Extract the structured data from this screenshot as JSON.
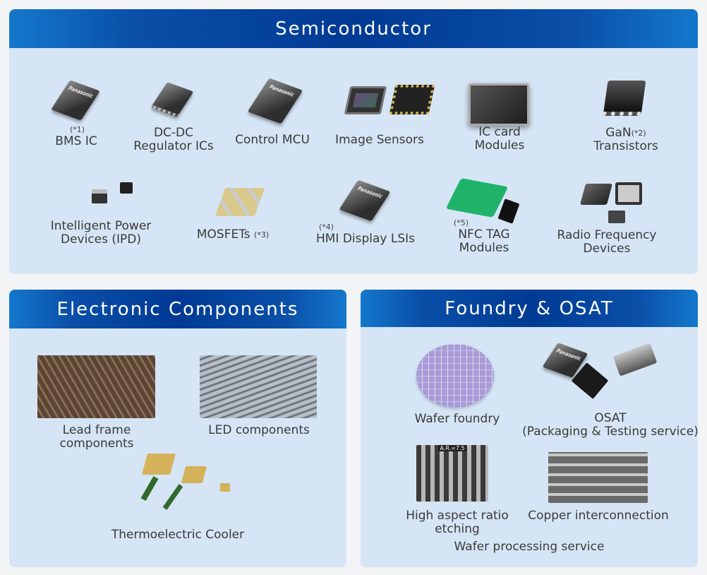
{
  "semiconductor": {
    "title": "Semiconductor",
    "items": [
      {
        "label": "BMS IC",
        "note": "(*1)"
      },
      {
        "line1": "DC-DC",
        "line2": "Regulator ICs"
      },
      {
        "label": "Control MCU"
      },
      {
        "label": "Image Sensors"
      },
      {
        "line1": "IC card",
        "line2": "Modules"
      },
      {
        "line1": "GaN",
        "note": "(*2)",
        "line2": "Transistors"
      },
      {
        "line1": "Intelligent Power",
        "line2": "Devices (IPD)"
      },
      {
        "label": "MOSFETs",
        "note": "(*3)"
      },
      {
        "label": "HMI Display LSIs",
        "note": "(*4)"
      },
      {
        "line1": "NFC TAG",
        "line2": "Modules",
        "note": "(*5)"
      },
      {
        "line1": "Radio Frequency",
        "line2": "Devices"
      }
    ],
    "chip_brand": "Panasonic"
  },
  "electronic": {
    "title": "Electronic Components",
    "items": [
      {
        "line1": "Lead frame",
        "line2": "components"
      },
      {
        "label": "LED components"
      },
      {
        "label": "Thermoelectric Cooler"
      }
    ]
  },
  "foundry": {
    "title": "Foundry & OSAT",
    "items": [
      {
        "label": "Wafer foundry"
      },
      {
        "line1": "OSAT",
        "line2": "(Packaging & Testing service)"
      },
      {
        "line1": "High aspect ratio",
        "line2": "etching",
        "image_text": "A.R.=7.5"
      },
      {
        "label": "Copper interconnection"
      }
    ],
    "wafer_service": "Wafer processing service"
  }
}
